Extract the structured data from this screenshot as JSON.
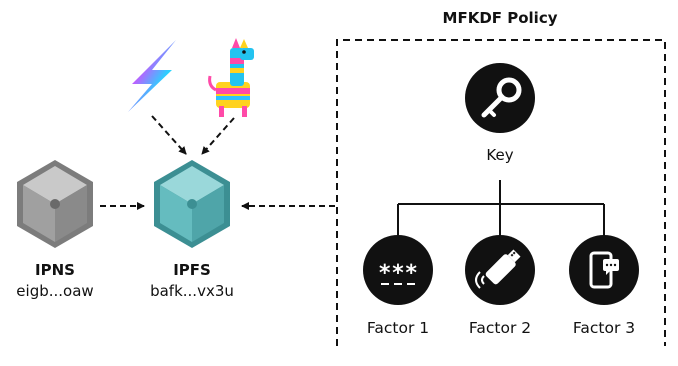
{
  "policy": {
    "title": "MFKDF Policy"
  },
  "ipns": {
    "title": "IPNS",
    "hash": "eigb...oaw"
  },
  "ipfs": {
    "title": "IPFS",
    "hash": "bafk...vx3u"
  },
  "key": {
    "label": "Key",
    "icon": "key-icon"
  },
  "factors": [
    {
      "label": "Factor 1",
      "icon": "password-icon"
    },
    {
      "label": "Factor 2",
      "icon": "usb-key-icon"
    },
    {
      "label": "Factor 3",
      "icon": "phone-message-icon"
    }
  ],
  "colors": {
    "ipns_cube": "#9a9a9a",
    "ipfs_cube": "#5fb8b8",
    "circle": "#111111",
    "dash": "#111111"
  }
}
